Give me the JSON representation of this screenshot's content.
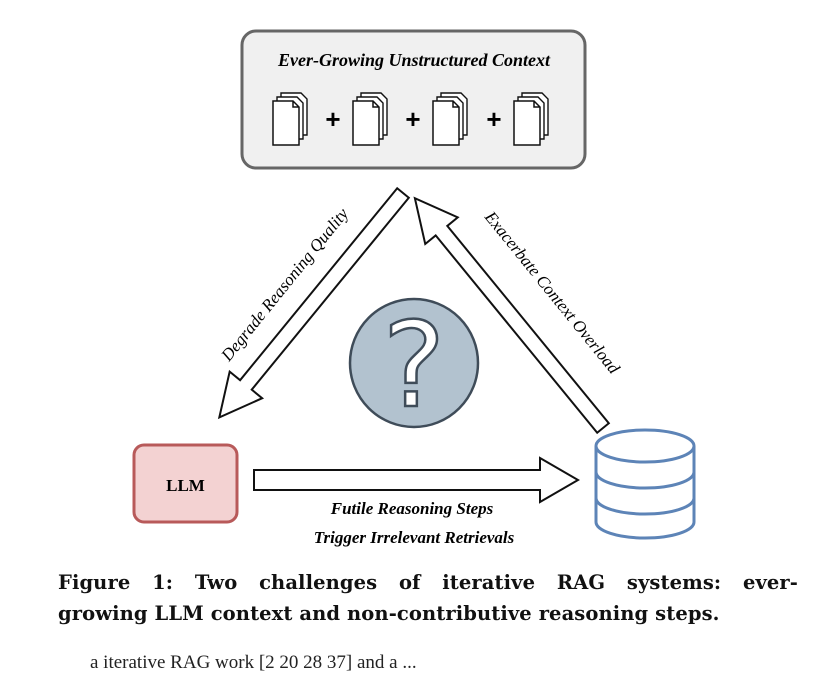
{
  "figure": {
    "context_box": {
      "title": "Ever-Growing Unstructured Context",
      "doc_icon_count": 4,
      "join_symbol": "+"
    },
    "llm_box": {
      "label": "LLM"
    },
    "arrows": {
      "left_label": "Degrade Reasoning Quality",
      "right_label": "Exacerbate Context Overload",
      "bottom_label_line1": "Futile Reasoning Steps",
      "bottom_label_line2": "Trigger Irrelevant Retrievals"
    },
    "center_symbol": "?",
    "colors": {
      "context_fill": "#f0f0f0",
      "context_stroke": "#666666",
      "llm_fill": "#f3d2d2",
      "llm_stroke": "#b85a5a",
      "question_fill": "#b2c2cf",
      "question_stroke": "#3f4c59",
      "database_stroke": "#5d84b7"
    }
  },
  "caption": {
    "line1": "Figure 1: Two challenges of iterative RAG systems: ever-",
    "line2": "growing LLM context and non-contributive reasoning steps."
  },
  "body_text_partial": "a  iterative  RAG  work  [2  20  28  37]  and  a  ..."
}
